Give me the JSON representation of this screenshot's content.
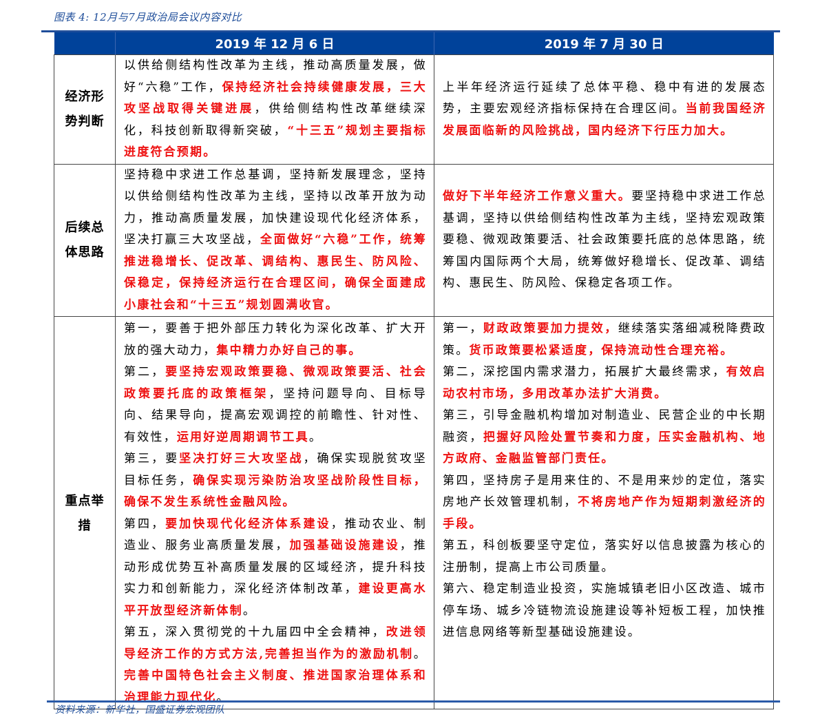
{
  "figure_title": "图表 4:  12月与7月政治局会议内容对比",
  "header": {
    "blank": "",
    "col1": "2019 年 12 月 6 日",
    "col2": "2019 年 7 月 30 日"
  },
  "rows": [
    {
      "label_line1": "经济形",
      "label_line2": "势判断",
      "col1": [
        {
          "t": "以供给侧结构性改革为主线，推动高质量发展，做好“六稳”工作，",
          "hl": false
        },
        {
          "t": "保持经济社会持续健康发展，三大攻坚战取得关键进展",
          "hl": true
        },
        {
          "t": "，供给侧结构性改革继续深化，科技创新取得新突破，",
          "hl": false
        },
        {
          "t": "“十三五”规划主要指标进度符合预期。",
          "hl": true
        }
      ],
      "col2": [
        {
          "t": "上半年经济运行延续了总体平稳、稳中有进的发展态势，主要宏观经济指标保持在合理区间。",
          "hl": false
        },
        {
          "t": "当前我国经济发展面临新的风险挑战，国内经济下行压力加大。",
          "hl": true
        }
      ]
    },
    {
      "label_line1": "后续总",
      "label_line2": "体思路",
      "col1": [
        {
          "t": "坚持稳中求进工作总基调，坚持新发展理念，坚持以供给侧结构性改革为主线，坚持以改革开放为动力，推动高质量发展，加快建设现代化经济体系，坚决打赢三大攻坚战，",
          "hl": false
        },
        {
          "t": "全面做好“六稳”工作，统筹推进稳增长、促改革、调结构、惠民生、防风险、保稳定，保持经济运行在合理区间，确保全面建成小康社会和“十三五”规划圆满收官。",
          "hl": true
        }
      ],
      "col2": [
        {
          "t": "做好下半年经济工作意义重大。",
          "hl": true
        },
        {
          "t": "要坚持稳中求进工作总基调，坚持以供给侧结构性改革为主线，坚持宏观政策要稳、微观政策要活、社会政策要托底的总体思路，统筹国内国际两个大局，统筹做好稳增长、促改革、调结构、惠民生、防风险、保稳定各项工作。",
          "hl": false
        }
      ]
    },
    {
      "label_line1": "重点举",
      "label_line2": "措",
      "col1_paras": [
        [
          {
            "t": "第一，要善于把外部压力转化为深化改革、扩大开放的强大动力，",
            "hl": false
          },
          {
            "t": "集中精力办好自己的事。",
            "hl": true
          }
        ],
        [
          {
            "t": "第二，",
            "hl": false
          },
          {
            "t": "要坚持宏观政策要稳、微观政策要活、社会政策要托底的政策框架",
            "hl": true
          },
          {
            "t": "，坚持问题导向、目标导向、结果导向，提高宏观调控的前瞻性、针对性、有效性，",
            "hl": false
          },
          {
            "t": "运用好逆周期调节工具",
            "hl": true
          },
          {
            "t": "。",
            "hl": false
          }
        ],
        [
          {
            "t": "第三，要",
            "hl": false
          },
          {
            "t": "坚决打好三大攻坚战",
            "hl": true
          },
          {
            "t": "，确保实现脱贫攻坚目标任务，",
            "hl": false
          },
          {
            "t": "确保实现污染防治攻坚战阶段性目标，确保不发生系统性金融风险。",
            "hl": true
          }
        ],
        [
          {
            "t": "第四，",
            "hl": false
          },
          {
            "t": "要加快现代化经济体系建设",
            "hl": true
          },
          {
            "t": "，推动农业、制造业、服务业高质量发展，",
            "hl": false
          },
          {
            "t": "加强基础设施建设",
            "hl": true
          },
          {
            "t": "，推动形成优势互补高质量发展的区域经济，提升科技实力和创新能力，深化经济体制改革，",
            "hl": false
          },
          {
            "t": "建设更高水平开放型经济新体制",
            "hl": true
          },
          {
            "t": "。",
            "hl": false
          }
        ],
        [
          {
            "t": "第五，深入贯彻党的十九届四中全会精神，",
            "hl": false
          },
          {
            "t": "改进领导经济工作的方式方法,完善担当作为的激励机制",
            "hl": true
          },
          {
            "t": "。",
            "hl": false
          },
          {
            "t": "完善中国特色社会主义制度、推进国家治理体系和治理能力现代化",
            "hl": true
          },
          {
            "t": "。",
            "hl": false
          }
        ]
      ],
      "col2_paras": [
        [
          {
            "t": "第一，",
            "hl": false
          },
          {
            "t": "财政政策要加力提效，",
            "hl": true
          },
          {
            "t": "继续落实落细减税降费政策。",
            "hl": false
          },
          {
            "t": "货币政策要松紧适度，保持流动性合理充裕。",
            "hl": true
          }
        ],
        [
          {
            "t": "第二，深挖国内需求潜力，拓展扩大最终需求，",
            "hl": false
          },
          {
            "t": "有效启动农村市场，多用改革办法扩大消费。",
            "hl": true
          }
        ],
        [
          {
            "t": "第三，引导金融机构增加对制造业、民营企业的中长期融资，",
            "hl": false
          },
          {
            "t": "把握好风险处置节奏和力度，压实金融机构、地方政府、金融监管部门责任。",
            "hl": true
          }
        ],
        [
          {
            "t": "第四，坚持房子是用来住的、不是用来炒的定位，落实房地产长效管理机制，",
            "hl": false
          },
          {
            "t": "不将房地产作为短期刺激经济的手段。",
            "hl": true
          }
        ],
        [
          {
            "t": "第五，科创板要坚守定位，落实好以信息披露为核心的注册制，提高上市公司质量。",
            "hl": false
          }
        ],
        [
          {
            "t": "第六、稳定制造业投资，实施城镇老旧小区改造、城市停车场、城乡冷链物流设施建设等补短板工程，加快推进信息网络等新型基础设施建设。",
            "hl": false
          }
        ]
      ]
    }
  ],
  "source": "资料来源：新华社，国盛证券宏观团队",
  "colors": {
    "header_bg": "#00429a",
    "highlight_red": "#ee1111",
    "title_blue": "#1f4e9a"
  }
}
